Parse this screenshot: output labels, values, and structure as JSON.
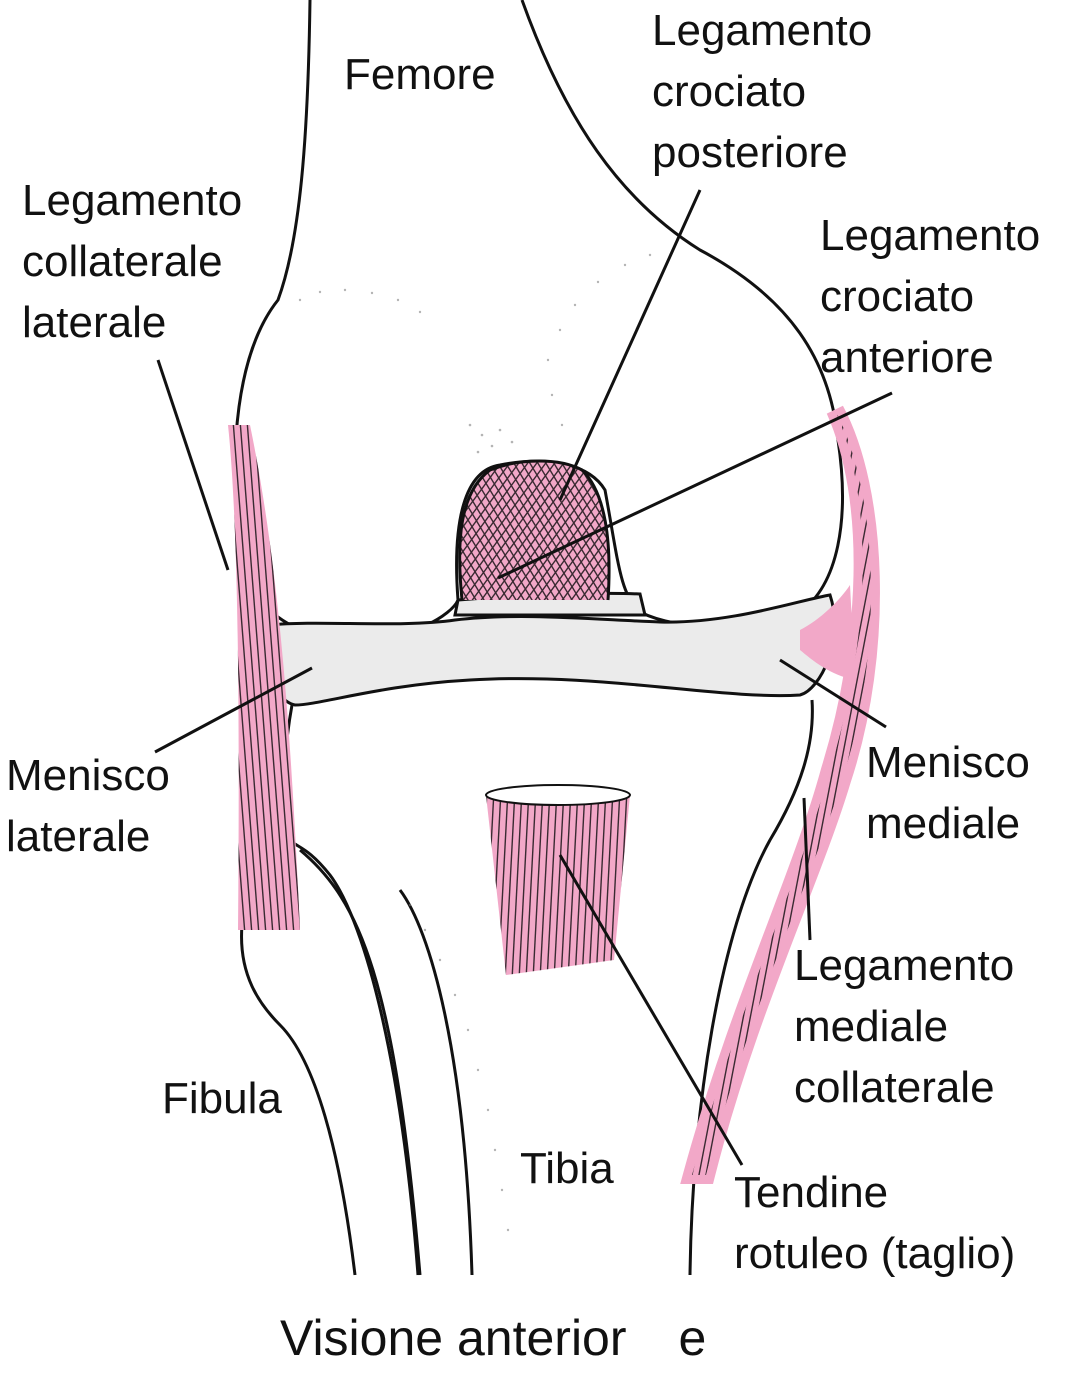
{
  "labels": {
    "femur": [
      "Femore"
    ],
    "pcl": [
      "Legamento",
      "crociato",
      "posteriore"
    ],
    "acl": [
      "Legamento",
      "crociato",
      "anteriore"
    ],
    "lcl": [
      "Legamento",
      "collaterale",
      "laterale"
    ],
    "lateral_meniscus": [
      "Menisco",
      "laterale"
    ],
    "medial_meniscus": [
      "Menisco",
      "mediale"
    ],
    "mcl": [
      "Legamento",
      "mediale",
      "collaterale"
    ],
    "fibula": [
      "Fibula"
    ],
    "tibia": [
      "Tibia"
    ],
    "patellar_tendon": [
      "Tendine",
      "rotuleo (taglio)"
    ]
  },
  "caption": {
    "main": "Visione anterior",
    "tail": "e"
  },
  "colors": {
    "outline": "#111111",
    "ligament_fill": "#f2a8c8",
    "ligament_stripe": "#3a2a32",
    "meniscus_fill": "#ebebeb",
    "bone_fill": "#ffffff"
  }
}
